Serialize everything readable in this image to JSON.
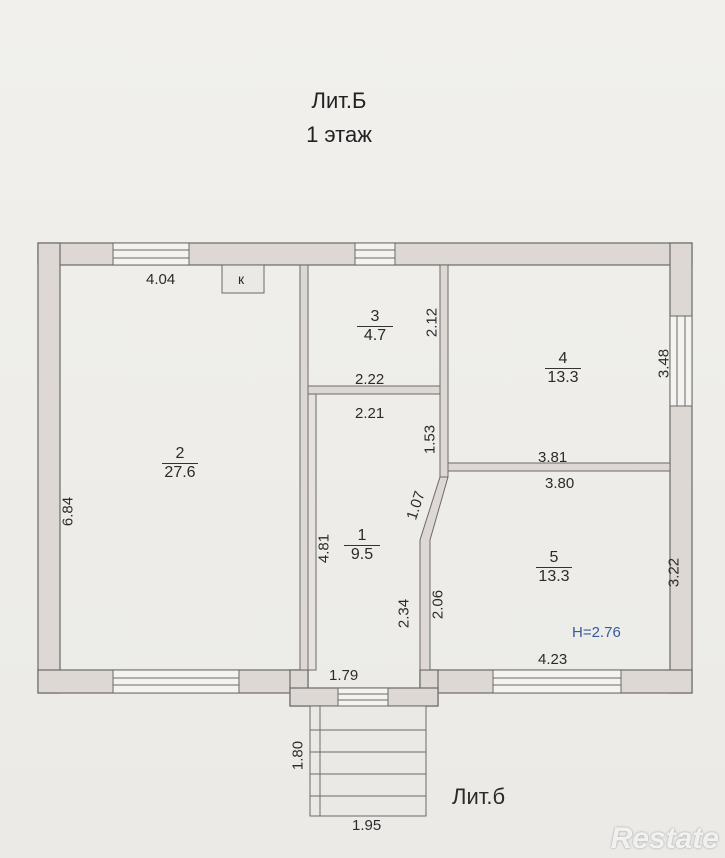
{
  "title": {
    "line1": "Лит.Б",
    "line2": "1 этаж"
  },
  "rooms": [
    {
      "num": "2",
      "area": "27.6"
    },
    {
      "num": "3",
      "area": "4.7"
    },
    {
      "num": "4",
      "area": "13.3"
    },
    {
      "num": "1",
      "area": "9.5"
    },
    {
      "num": "5",
      "area": "13.3"
    }
  ],
  "dims": {
    "d404": "4.04",
    "d684": "6.84",
    "d212": "2.12",
    "d222": "2.22",
    "d221": "2.21",
    "d153": "1.53",
    "d348": "3.48",
    "d381": "3.81",
    "d380": "3.80",
    "d107": "1.07",
    "d481": "4.81",
    "d206": "2.06",
    "d234": "2.34",
    "d322": "3.22",
    "d179": "1.79",
    "d423": "4.23",
    "d180": "1.80",
    "d195": "1.95"
  },
  "stove_label": "к",
  "height_label": "H=2.76",
  "annex_label": "Лит.б",
  "watermark": "Restate",
  "colors": {
    "wall_fill": "#ddd8d3",
    "wall_stroke": "#6a6a6a",
    "height_text": "#3a5a9a"
  }
}
